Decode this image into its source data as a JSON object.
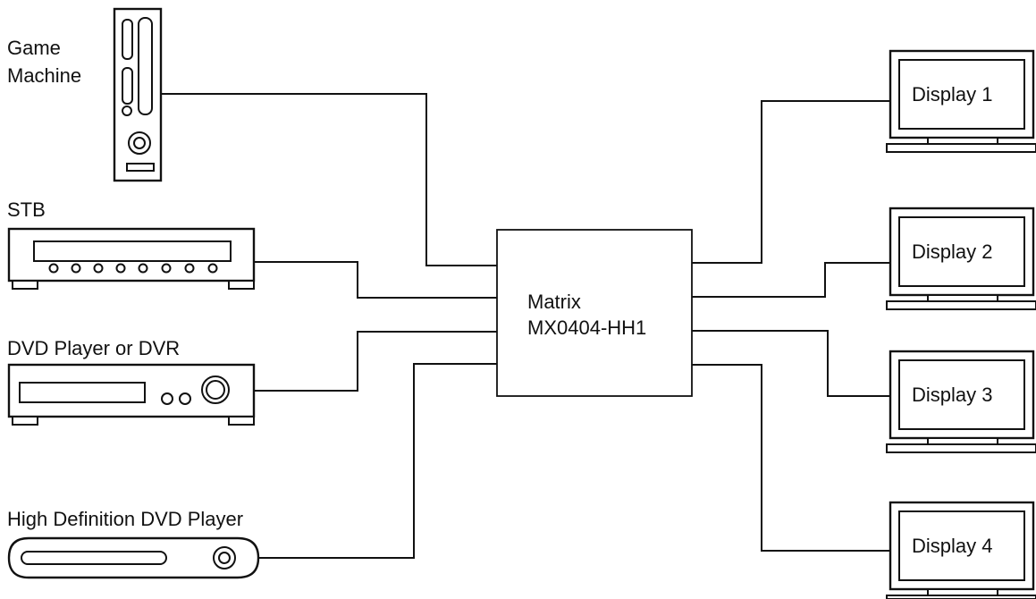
{
  "sources": {
    "game": {
      "label_line1": "Game",
      "label_line2": "Machine"
    },
    "stb": {
      "label": "STB"
    },
    "dvd": {
      "label": "DVD Player or DVR"
    },
    "hd": {
      "label": "High Definition DVD Player"
    }
  },
  "matrix": {
    "line1": "Matrix",
    "line2": "MX0404-HH1"
  },
  "displays": [
    {
      "label": "Display  1"
    },
    {
      "label": "Display  2"
    },
    {
      "label": "Display  3"
    },
    {
      "label": "Display  4"
    }
  ]
}
